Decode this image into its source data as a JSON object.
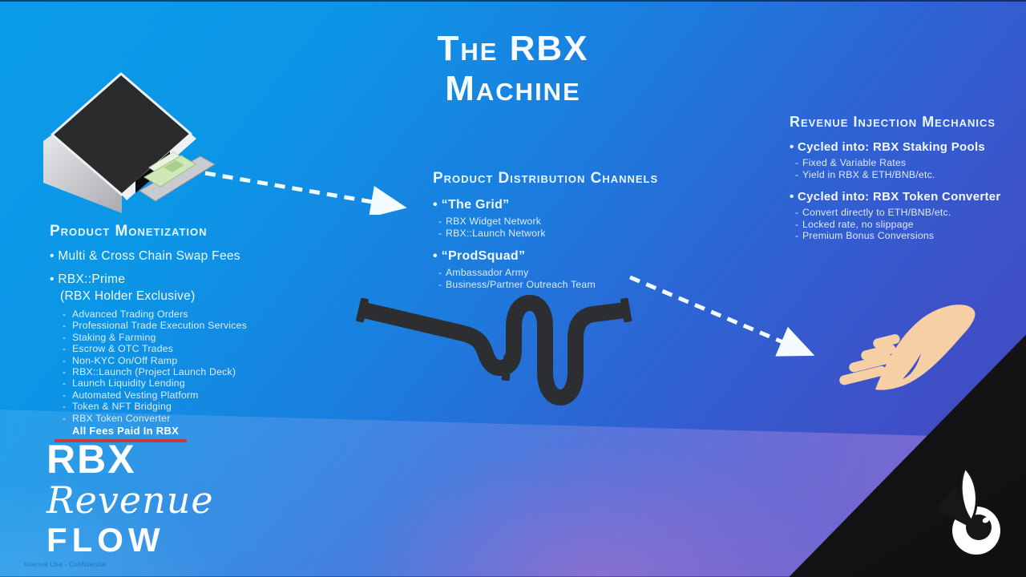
{
  "title": {
    "line1": "The RBX",
    "line2": "Machine"
  },
  "monetization": {
    "heading": "Product Monetization",
    "bullet1": "Multi & Cross Chain Swap Fees",
    "bullet2": "RBX::Prime",
    "bullet2_note": "(RBX Holder Exclusive)",
    "items": [
      "Advanced Trading Orders",
      "Professional Trade Execution Services",
      "Staking & Farming",
      "Escrow & OTC Trades",
      "Non-KYC On/Off Ramp",
      "RBX::Launch (Project Launch Deck)",
      "Launch Liquidity Lending",
      "Automated Vesting Platform",
      "Token & NFT Bridging",
      "RBX Token Converter"
    ],
    "highlight": "All Fees Paid In RBX"
  },
  "distribution": {
    "heading": "Product Distribution Channels",
    "groups": [
      {
        "label": "“The Grid”",
        "items": [
          "RBX Widget Network",
          "RBX::Launch Network"
        ]
      },
      {
        "label": "“ProdSquad”",
        "items": [
          "Ambassador Army",
          "Business/Partner Outreach Team"
        ]
      }
    ]
  },
  "injection": {
    "heading": "Revenue Injection Mechanics",
    "groups": [
      {
        "label": "Cycled into: RBX Staking Pools",
        "items": [
          "Fixed & Variable Rates",
          "Yield in RBX & ETH/BNB/etc."
        ]
      },
      {
        "label": "Cycled into: RBX Token Converter",
        "items": [
          "Convert directly to ETH/BNB/etc.",
          "Locked rate, no slippage",
          "Premium Bonus Conversions"
        ]
      }
    ]
  },
  "brand": {
    "line1": "RBX",
    "line2": "Revenue",
    "line3": "FLOW"
  },
  "fine_print": "Internal Use - Confidential",
  "graphics": {
    "printer": "money-printer-illustration",
    "pipe": "pipeline-illustration",
    "hand": "receiving-hand-illustration",
    "arrow1": "dashed-arrow-printer-to-distribution",
    "arrow2": "dashed-arrow-distribution-to-hand",
    "logo": "rbx-bird-logo"
  },
  "colors": {
    "bg_top_left": "#0a9ce9",
    "bg_right": "#4746c2",
    "corner_black": "#17171a",
    "underline_red": "#c43b3c",
    "money_green": "#cfe8b8",
    "hand_tan": "#f6cfa4",
    "text_light": "#f3f9fd"
  }
}
